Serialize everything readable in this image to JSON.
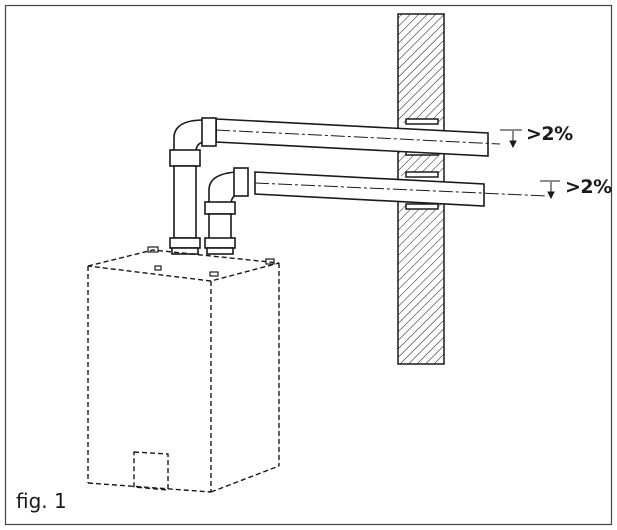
{
  "figure": {
    "caption": "fig. 1",
    "slope_upper": ">2%",
    "slope_lower": ">2%"
  },
  "colors": {
    "stroke": "#1a1a1a",
    "frame": "#444444",
    "background": "#ffffff"
  }
}
